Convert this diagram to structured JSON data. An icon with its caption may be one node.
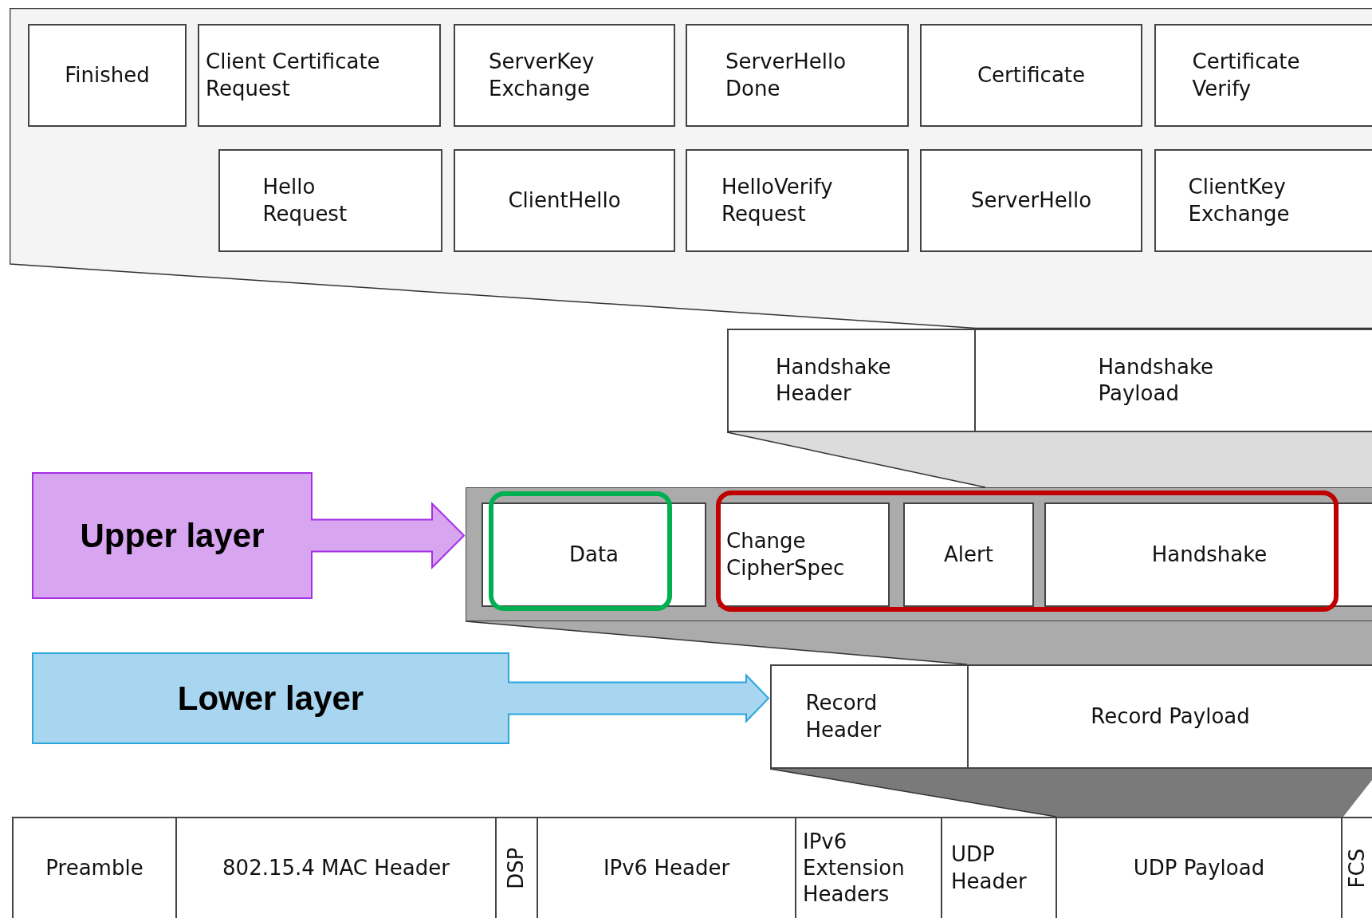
{
  "diagram": {
    "nodes": [
      {
        "text": [],
        "shape": "box"
      },
      {
        "text": [
          "Finished"
        ],
        "in": 0
      },
      {
        "text": [
          "Client Certificate Request"
        ],
        "in": 0
      },
      {
        "text": [
          "ServerKey Exchange"
        ],
        "in": 0
      },
      {
        "text": [
          "ServerHello Done"
        ],
        "in": 0
      },
      {
        "text": [
          "Certificate"
        ],
        "in": 0
      },
      {
        "text": [
          "Certificate Verify"
        ],
        "in": 0
      },
      {
        "text": [
          "Hello Request"
        ],
        "in": 0
      },
      {
        "text": [
          "ClientHello"
        ],
        "in": 0
      },
      {
        "text": [
          "HelloVerify Request"
        ],
        "in": 0
      },
      {
        "text": [
          "ServerHello"
        ],
        "in": 0
      },
      {
        "text": [
          "ClientKey Exchange"
        ],
        "in": 0
      },
      {
        "text": [
          "Handshake Header"
        ]
      },
      {
        "text": [
          "Handshake Payload"
        ]
      },
      {
        "text": [
          "Upper layer"
        ]
      },
      {
        "text": [],
        "shape": "box"
      },
      {
        "text": [
          "Data"
        ],
        "in": 15
      },
      {
        "text": [
          "Change CipherSpec"
        ],
        "in": 15
      },
      {
        "text": [
          "Alert"
        ],
        "in": 15
      },
      {
        "text": [
          "Handshake"
        ],
        "in": 15
      },
      {
        "text": [
          "Lower layer"
        ]
      },
      {
        "text": [
          "Record Header"
        ]
      },
      {
        "text": [
          "Record Payload"
        ]
      },
      {
        "text": [
          "Preamble"
        ]
      },
      {
        "text": [
          "802.15.4 MAC Header"
        ]
      },
      {
        "text": [
          "DSP"
        ]
      },
      {
        "text": [
          "IPv6 Header"
        ]
      },
      {
        "text": [
          "IPv6 Extension Headers"
        ]
      },
      {
        "text": [
          "UDP Header"
        ]
      },
      {
        "text": [
          "UDP Payload"
        ]
      },
      {
        "text": [
          "FCS"
        ]
      }
    ],
    "edges": [
      {
        "from": 14,
        "to": 15,
        "arrow": "to"
      },
      {
        "from": 20,
        "to": 21,
        "arrow": "to"
      }
    ]
  }
}
